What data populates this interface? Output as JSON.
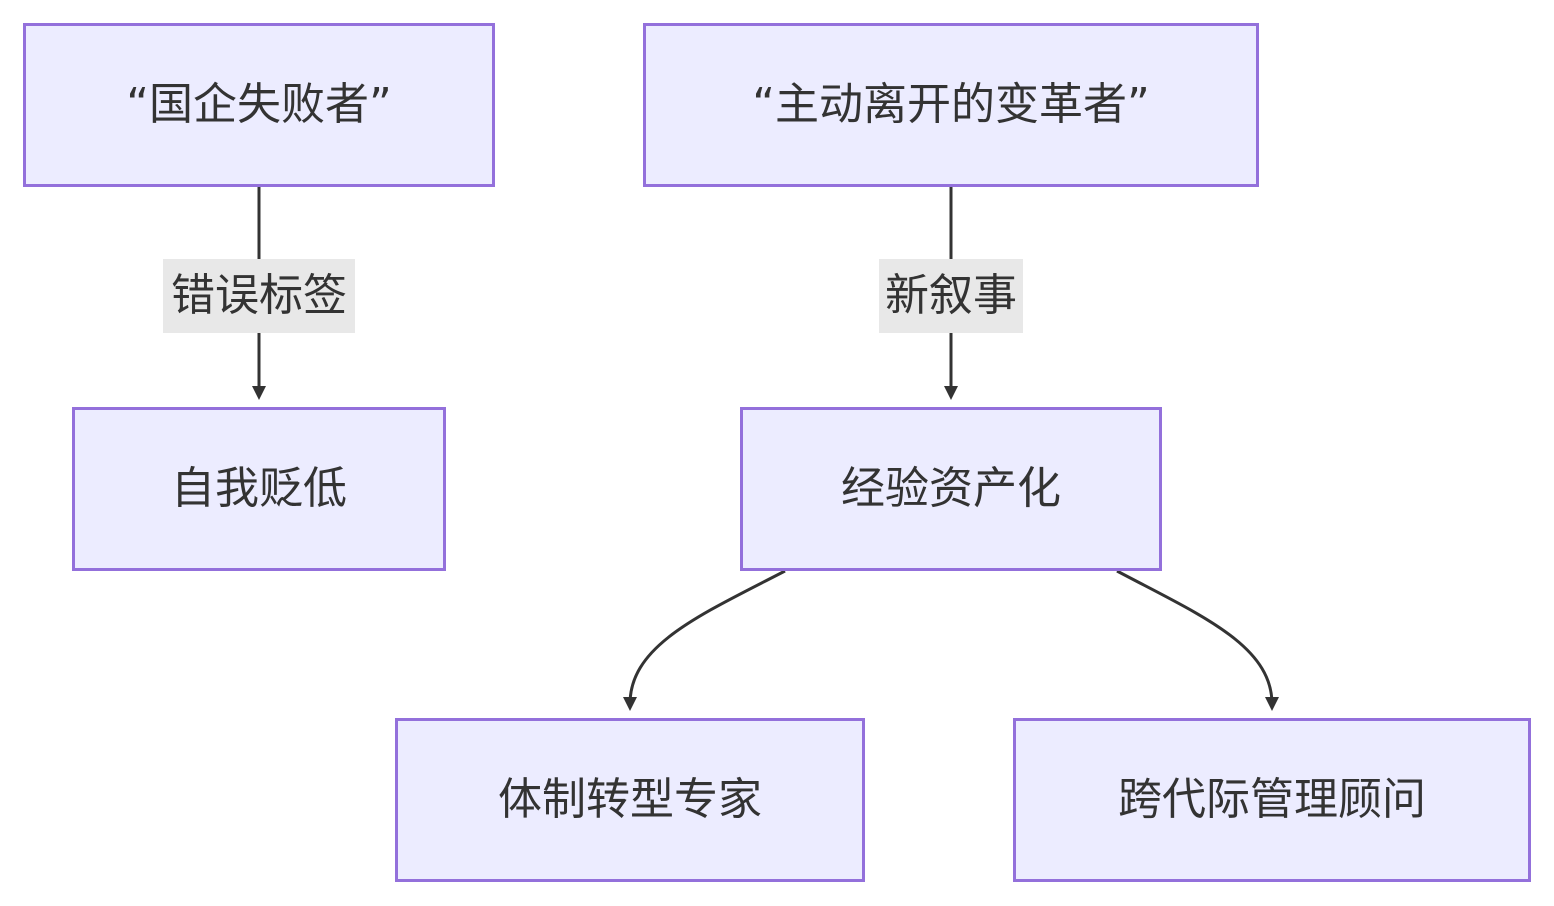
{
  "nodes": {
    "national_failure": "“国企失败者”",
    "active_reformer": "“主动离开的变革者”",
    "self_devaluation": "自我贬低",
    "experience_assetization": "经验资产化",
    "system_transformation_expert": "体制转型专家",
    "intergenerational_consultant": "跨代际管理顾问"
  },
  "edge_labels": {
    "wrong_label": "错误标签",
    "new_narrative": "新叙事"
  },
  "colors": {
    "node_fill": "#ececff",
    "node_border": "#9370db",
    "edge_stroke": "#333333",
    "label_fill": "#e8e8e8",
    "text": "#333333"
  }
}
